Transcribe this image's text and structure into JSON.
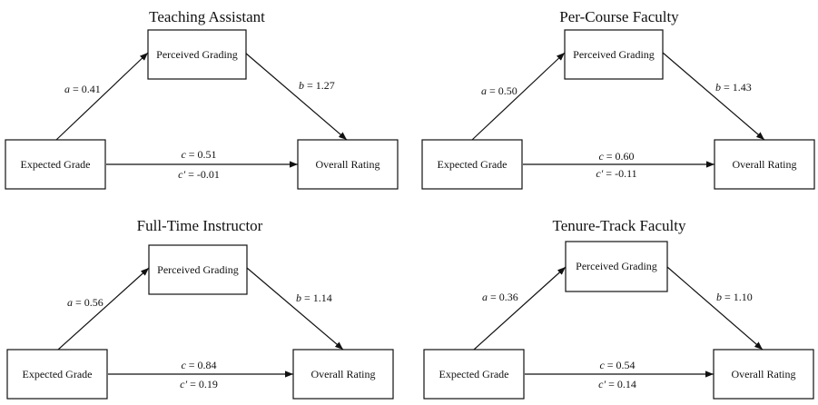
{
  "panels": [
    {
      "title": "Teaching Assistant",
      "nodes": {
        "mediator": "Perceived Grading",
        "predictor": "Expected Grade",
        "outcome": "Overall Rating"
      },
      "paths": {
        "a": {
          "symbol": "a",
          "value": "0.41"
        },
        "b": {
          "symbol": "b",
          "value": "1.27"
        },
        "c": {
          "symbol": "c",
          "value": "0.51"
        },
        "c_prime": {
          "symbol": "c′",
          "value": "-0.01"
        }
      }
    },
    {
      "title": "Per-Course Faculty",
      "nodes": {
        "mediator": "Perceived Grading",
        "predictor": "Expected Grade",
        "outcome": "Overall Rating"
      },
      "paths": {
        "a": {
          "symbol": "a",
          "value": "0.50"
        },
        "b": {
          "symbol": "b",
          "value": "1.43"
        },
        "c": {
          "symbol": "c",
          "value": "0.60"
        },
        "c_prime": {
          "symbol": "c′",
          "value": "-0.11"
        }
      }
    },
    {
      "title": "Full-Time Instructor",
      "nodes": {
        "mediator": "Perceived Grading",
        "predictor": "Expected Grade",
        "outcome": "Overall Rating"
      },
      "paths": {
        "a": {
          "symbol": "a",
          "value": "0.56"
        },
        "b": {
          "symbol": "b",
          "value": "1.14"
        },
        "c": {
          "symbol": "c",
          "value": "0.84"
        },
        "c_prime": {
          "symbol": "c′",
          "value": "0.19"
        }
      }
    },
    {
      "title": "Tenure-Track Faculty",
      "nodes": {
        "mediator": "Perceived Grading",
        "predictor": "Expected Grade",
        "outcome": "Overall Rating"
      },
      "paths": {
        "a": {
          "symbol": "a",
          "value": "0.36"
        },
        "b": {
          "symbol": "b",
          "value": "1.10"
        },
        "c": {
          "symbol": "c",
          "value": "0.54"
        },
        "c_prime": {
          "symbol": "c′",
          "value": "0.14"
        }
      }
    }
  ]
}
